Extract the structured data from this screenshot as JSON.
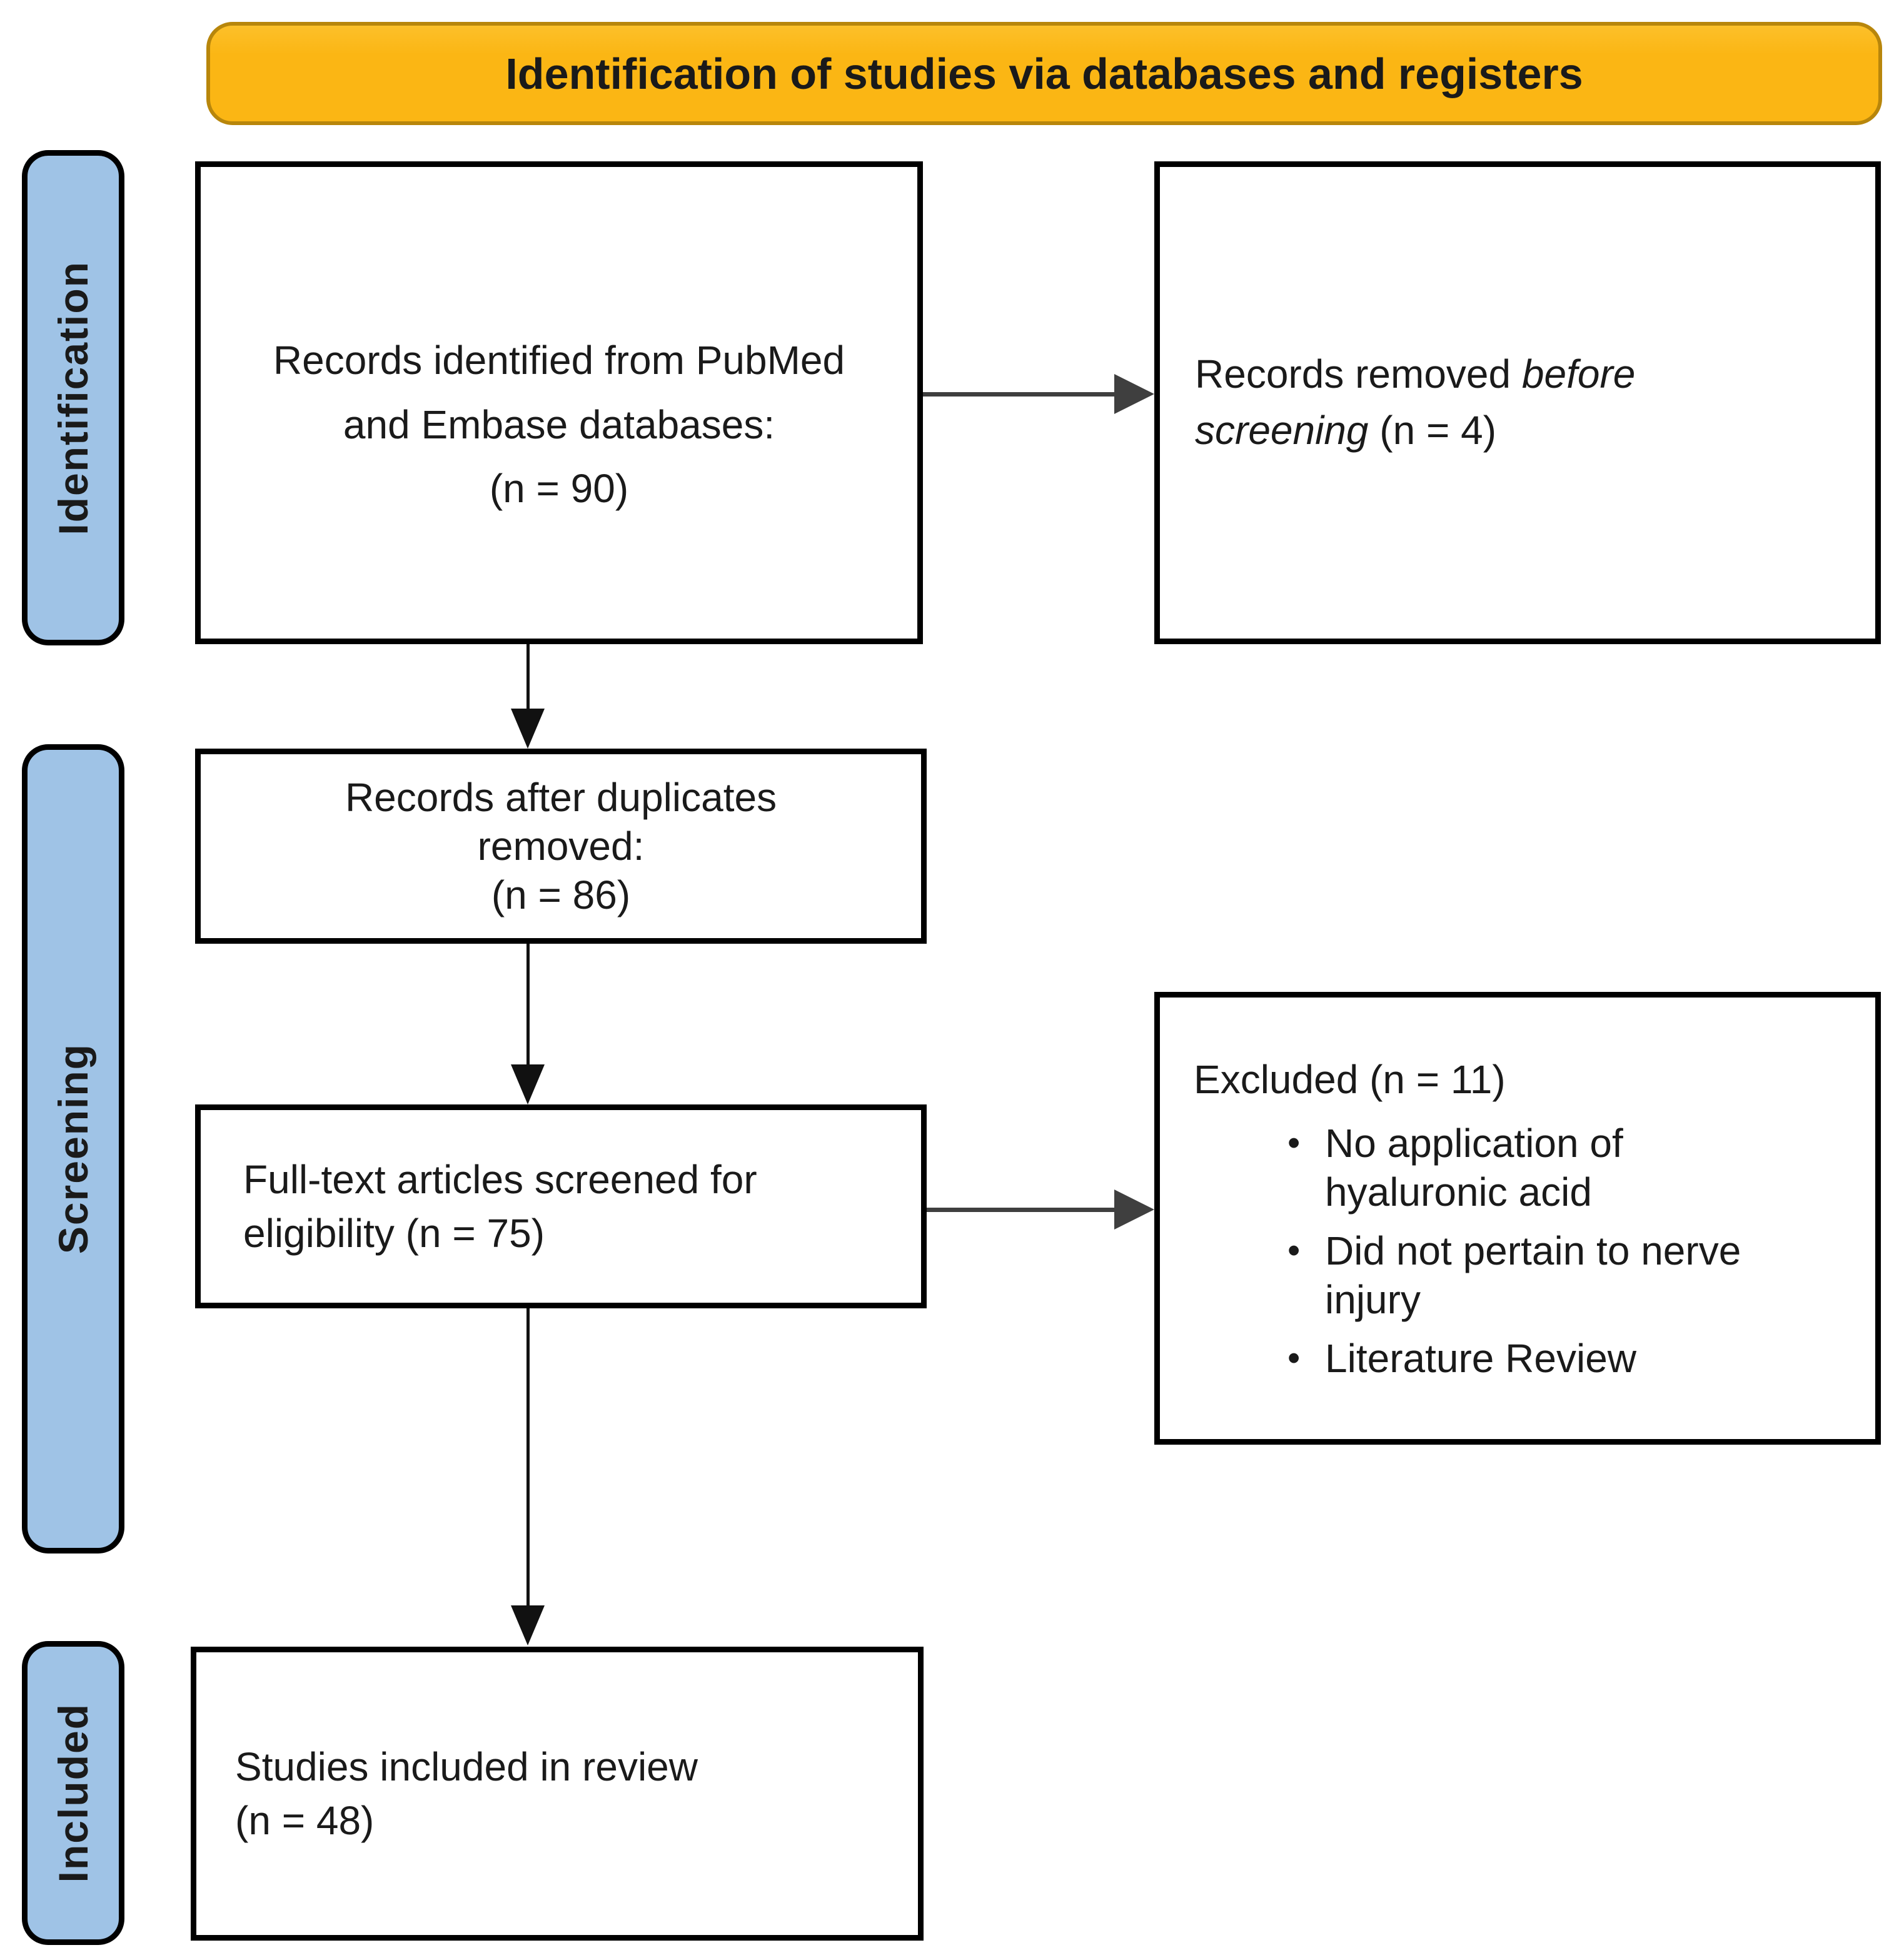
{
  "banner": {
    "title": "Identification of studies via databases and registers"
  },
  "sidebar": {
    "stages": [
      {
        "label": "Identification"
      },
      {
        "label": "Screening"
      },
      {
        "label": "Included"
      }
    ]
  },
  "boxes": {
    "records_identified": {
      "lines": [
        "Records identified from PubMed",
        "and Embase databases:",
        "(n = 90)"
      ]
    },
    "records_removed": {
      "text_prefix": "Records removed ",
      "text_italic": "before screening",
      "text_suffix": " (n = 4)"
    },
    "duplicates_removed": {
      "lines": [
        "Records after duplicates",
        "removed:",
        "(n = 86)"
      ]
    },
    "fulltext_screened": {
      "lines": [
        "Full-text articles screened for",
        "eligibility (n = 75)"
      ]
    },
    "excluded": {
      "header": "Excluded (n = 11)",
      "bullet_glyph": "•",
      "bullets": [
        "No application of hyaluronic acid",
        "Did not pertain to nerve injury",
        "Literature Review"
      ]
    },
    "studies_included": {
      "lines": [
        "Studies included in review",
        "(n = 48)"
      ]
    }
  },
  "colors": {
    "banner_fill": "#FBB614",
    "banner_border": "#B8860B",
    "stage_fill": "#9FC3E6",
    "border": "#000000",
    "arrow_gray": "#3F3F3F",
    "text": "#1A1A1A",
    "background": "#FFFFFF"
  }
}
